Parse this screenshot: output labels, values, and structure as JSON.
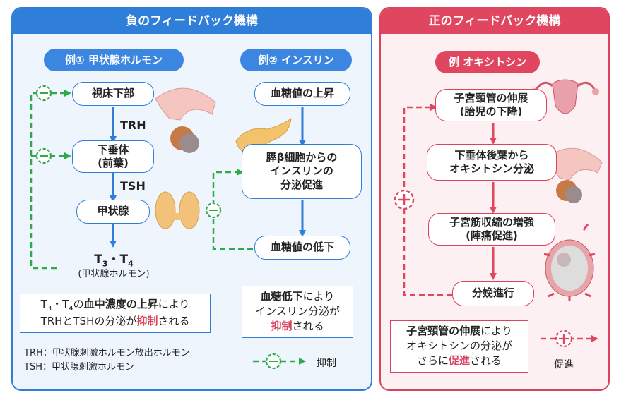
{
  "negative": {
    "title": "負のフィードバック機構",
    "example1": {
      "pill": "例① 甲状腺ホルモン",
      "node1": "視床下部",
      "arrow1": "TRH",
      "node2a": "下垂体",
      "node2b": "(前葉)",
      "arrow2": "TSH",
      "node3": "甲状腺",
      "final_a": "T",
      "final_sub3": "3",
      "final_dot": "・T",
      "final_sub4": "4",
      "final_note": "(甲状腺ホルモン)"
    },
    "example2": {
      "pill": "例② インスリン",
      "node1": "血糖値の上昇",
      "node2a": "膵β細胞からの",
      "node2b": "インスリンの",
      "node2c": "分泌促進",
      "node3": "血糖値の低下"
    },
    "note1": {
      "p1": "T",
      "sub3": "3",
      "p2": "・T",
      "sub4": "4",
      "p3": "の",
      "bold1": "血中濃度の上昇",
      "p4": "により",
      "line2a": "TRHとTSHの分泌が",
      "red": "抑制",
      "line2b": "される"
    },
    "note2": {
      "bold": "血糖低下",
      "p1": "により",
      "line2": "インスリン分泌が",
      "red": "抑制",
      "line3": "される"
    },
    "legend1": "TRH：甲状腺刺激ホルモン放出ホルモン",
    "legend2": "TSH：甲状腺刺激ホルモン",
    "inhibit_label": "抑制",
    "inhibit_symbol": "−"
  },
  "positive": {
    "title": "正のフィードバック機構",
    "pill": "例 オキシトシン",
    "node1a": "子宮頸管の伸展",
    "node1b": "(胎児の下降)",
    "node2a": "下垂体後葉から",
    "node2b": "オキシトシン分泌",
    "node3a": "子宮筋収縮の増強",
    "node3b": "(陣痛促進)",
    "node4": "分娩進行",
    "note": {
      "bold": "子宮頸管の伸展",
      "p1": "により",
      "line2": "オキシトシンの分泌が",
      "line3a": "さらに",
      "red": "促進",
      "line3b": "される"
    },
    "promote_label": "促進",
    "promote_symbol": "+"
  },
  "colors": {
    "blue": "#2f7fd8",
    "red": "#e0465f",
    "green": "#2eaa4a"
  }
}
